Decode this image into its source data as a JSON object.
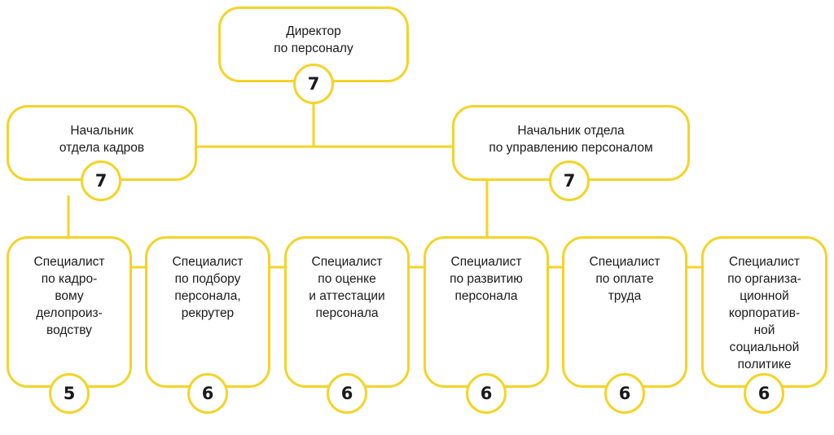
{
  "colors": {
    "accent": "#f5d327",
    "text": "#1a1a1a",
    "background": "#ffffff"
  },
  "director": {
    "title": "Директор\nпо персоналу",
    "grade": "7"
  },
  "managers": [
    {
      "title": "Начальник\nотдела кадров",
      "grade": "7"
    },
    {
      "title": "Начальник отдела\nпо управлению персоналом",
      "grade": "7"
    }
  ],
  "specialists": [
    {
      "title": "Специалист\nпо кадро-\nвому\nделопроиз-\nводству",
      "grade": "5"
    },
    {
      "title": "Специалист\nпо подбору\nперсонала,\nрекрутер",
      "grade": "6"
    },
    {
      "title": "Специалист\nпо оценке\nи аттестации\nперсонала",
      "grade": "6"
    },
    {
      "title": "Специалист\nпо развитию\nперсонала",
      "grade": "6"
    },
    {
      "title": "Специалист\nпо оплате\nтруда",
      "grade": "6"
    },
    {
      "title": "Специалист\nпо организа-\nционной\nкорпоратив-\nной\nсоциальной\nполитике",
      "grade": "6"
    }
  ]
}
